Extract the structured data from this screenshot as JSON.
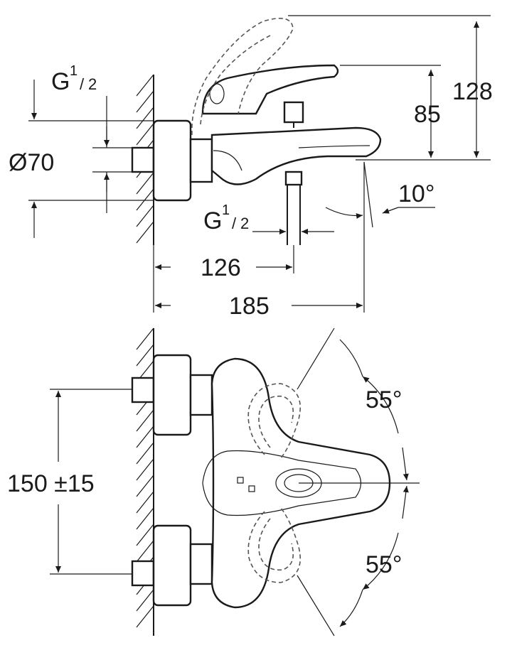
{
  "side_view": {
    "inlet_thread": {
      "main": "G",
      "num": "1",
      "den": "2"
    },
    "diameter_label": "Ø70",
    "outlet_thread": {
      "main": "G",
      "num": "1",
      "den": "2"
    },
    "height_max": "128",
    "height_spout": "85",
    "angle_spout": "10°",
    "dim_outlet": "126",
    "dim_spout": "185"
  },
  "top_view": {
    "centre_distance": "150 ±15",
    "angle_upper": "55°",
    "angle_lower": "55°"
  }
}
